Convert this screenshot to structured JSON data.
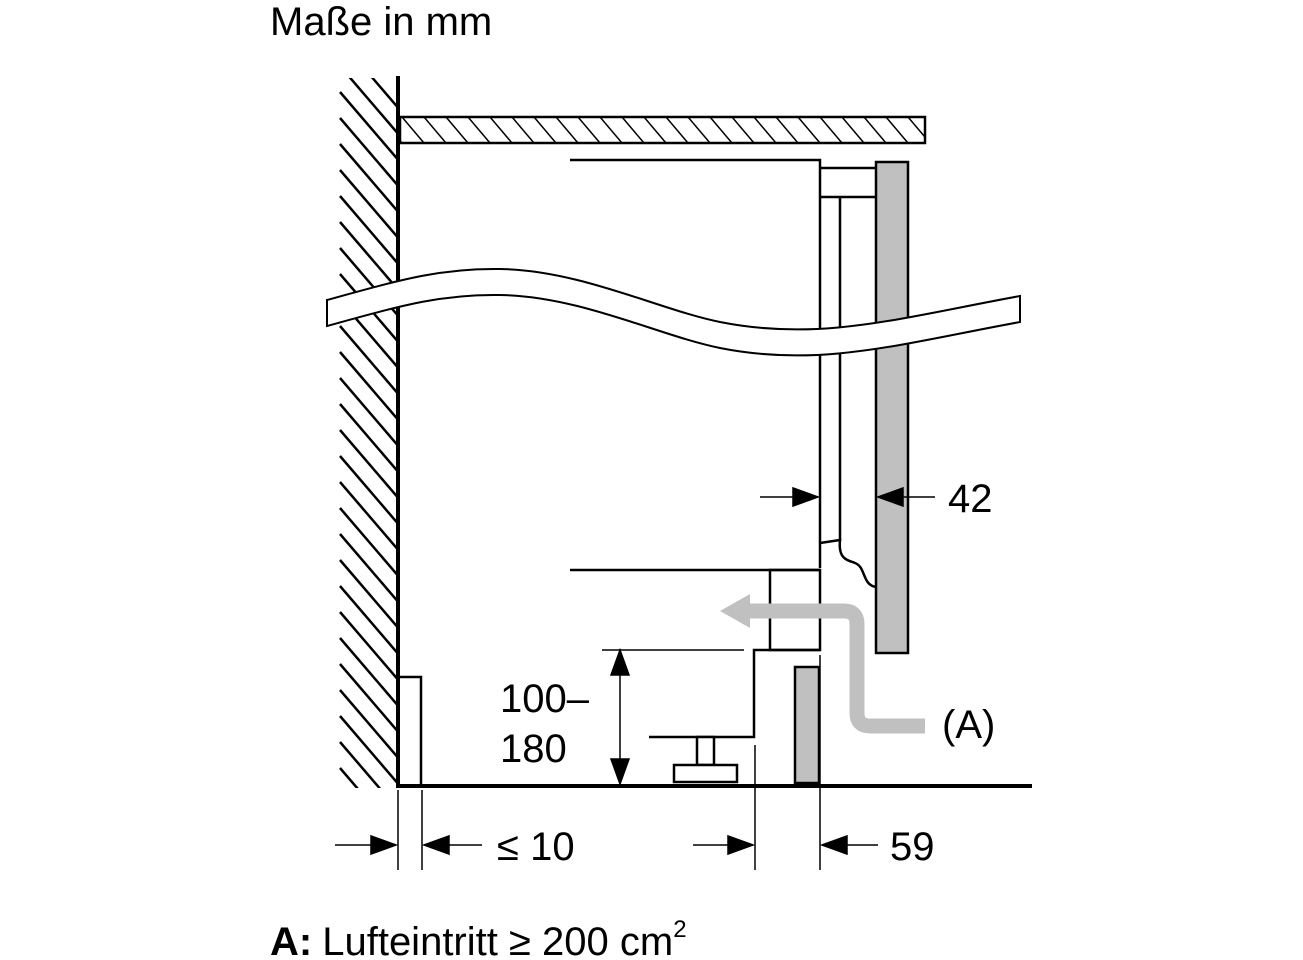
{
  "title": "Maße in mm",
  "dimensions": {
    "door_gap": "42",
    "plinth_height_line1": "100–",
    "plinth_height_line2": "180",
    "wall_gap": "≤ 10",
    "plinth_setback": "59"
  },
  "air_label": "(A)",
  "legend": {
    "key": "A:",
    "text": "Lufteintritt ≥ 200 cm",
    "superscript": "2"
  },
  "colors": {
    "line": "#000000",
    "panel_fill": "#c0c0c0",
    "air_arrow": "#c0c0c0"
  }
}
